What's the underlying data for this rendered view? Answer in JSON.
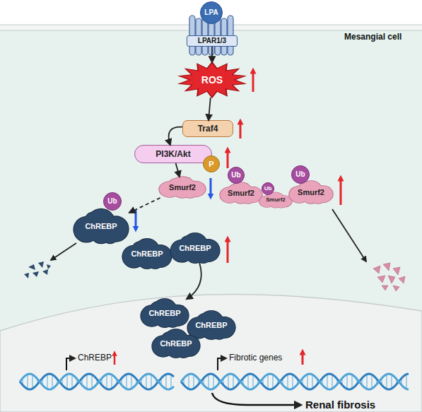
{
  "diagram": {
    "nodes": [
      {
        "text": [
          "LPA"
        ]
      },
      {
        "text": [
          "LPAR1/3"
        ]
      },
      {
        "text": [
          "ROS"
        ]
      },
      {
        "text": [
          "Traf4"
        ]
      },
      {
        "text": [
          "PI3K/Akt"
        ]
      },
      {
        "text": [
          "P"
        ],
        "in": 4
      },
      {
        "text": [
          "Smurf2"
        ]
      },
      {
        "text": [
          "Ub"
        ]
      },
      {
        "text": [
          "Smurf2"
        ]
      },
      {
        "text": [
          "Ub"
        ]
      },
      {
        "text": [
          "Smurf2"
        ]
      },
      {
        "text": [
          "Ub"
        ]
      },
      {
        "text": [
          "Smurf2"
        ]
      },
      {
        "text": [
          "Ub"
        ]
      },
      {
        "text": [
          "ChREBP"
        ]
      },
      {
        "text": [
          "ChREBP"
        ]
      },
      {
        "text": [
          "ChREBP"
        ]
      },
      {
        "text": [
          "ChREBP"
        ]
      },
      {
        "text": [
          "ChREBP"
        ]
      },
      {
        "text": [
          "ChREBP"
        ]
      }
    ],
    "edges": [
      {
        "from": 1,
        "to": 2,
        "arrow": "to"
      },
      {
        "from": 2,
        "to": 3,
        "arrow": "to"
      },
      {
        "from": 3,
        "to": 4,
        "arrow": "to"
      },
      {
        "from": 4,
        "to": 6,
        "arrow": "to"
      },
      {
        "from": 6,
        "to": 14,
        "arrow": "to"
      },
      {
        "from": 16,
        "to": 17,
        "arrow": "to"
      }
    ],
    "labels": [
      "Mesangial cell",
      "ChREBP",
      "Fibrotic genes",
      "Renal fibrosis"
    ]
  }
}
